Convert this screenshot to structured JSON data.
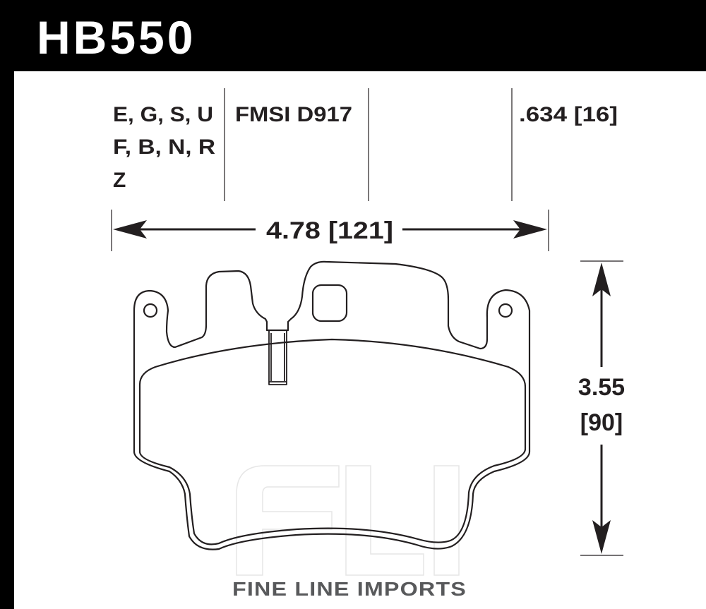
{
  "header": {
    "part_number": "HB550"
  },
  "compounds": {
    "line1": "E, G, S, U",
    "line2": "F, B, N, R",
    "line3": "Z"
  },
  "fmsi": "FMSI D917",
  "thickness": ".634 [16]",
  "width_dimension": "4.78 [121]",
  "height_dimension": {
    "inches": "3.55",
    "mm": "[90]"
  },
  "watermark": {
    "logo": "FLI",
    "text": "FINE LINE IMPORTS"
  },
  "colors": {
    "frame": "#000000",
    "ink": "#231f20",
    "watermark": "#58595b"
  }
}
